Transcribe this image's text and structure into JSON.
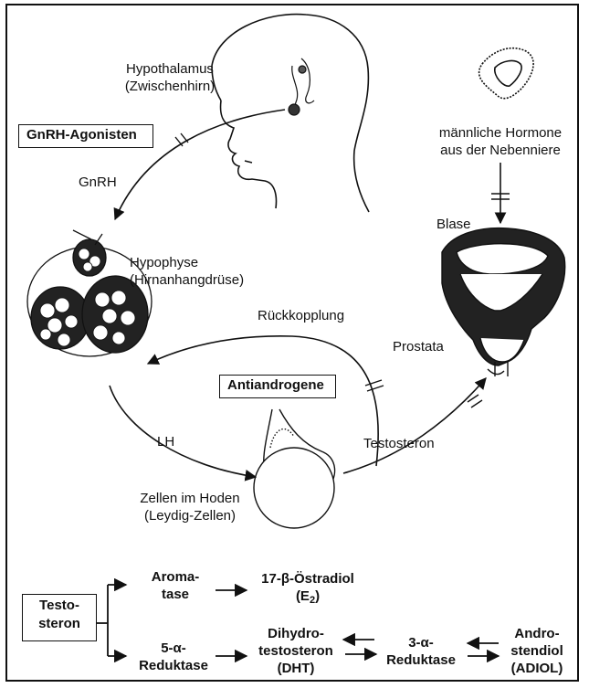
{
  "diagram": {
    "hypothalamus": {
      "line1": "Hypothalamus",
      "line2": "(Zwischenhirn)"
    },
    "gnrh_agonisten": "GnRH-Agonisten",
    "gnrh": "GnRH",
    "hypophyse": {
      "line1": "Hypophyse",
      "line2": "(Hirnanhangdrüse)"
    },
    "rueckkopplung": "Rückkopplung",
    "antiandrogene": "Antiandrogene",
    "lh": "LH",
    "testosteron": "Testosteron",
    "zellen": {
      "line1": "Zellen im Hoden",
      "line2": "(Leydig-Zellen)"
    },
    "nebenniere": {
      "line1": "männliche Hormone",
      "line2": "aus der Nebenniere"
    },
    "blase": "Blase",
    "prostata": "Prostata"
  },
  "metabolism": {
    "source": {
      "line1": "Testo-",
      "line2": "steron"
    },
    "aromatase": {
      "line1": "Aroma-",
      "line2": "tase"
    },
    "estradiol": {
      "line1": "17-β-Östradiol",
      "line2": "(E",
      "sub": "2",
      "close": ")"
    },
    "reduktase5": {
      "line1": "5-α-",
      "line2": "Reduktase"
    },
    "dht": {
      "line1": "Dihydro-",
      "line2": "testosteron",
      "line3": "(DHT)"
    },
    "reduktase3": {
      "line1": "3-α-",
      "line2": "Reduktase"
    },
    "adiol": {
      "line1": "Andro-",
      "line2": "stendiol",
      "line3": "(ADIOL)"
    }
  }
}
